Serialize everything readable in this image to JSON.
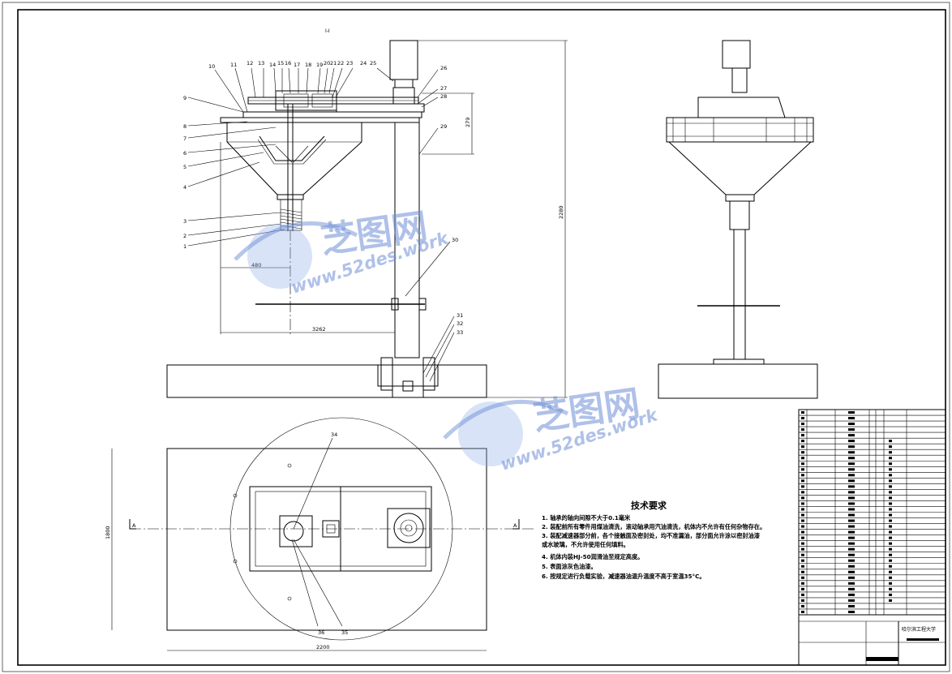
{
  "drawing": {
    "view_label_top": "I-I",
    "section_marker_left": "A",
    "section_marker_right": "A"
  },
  "part_balloons": [
    "1",
    "2",
    "3",
    "4",
    "5",
    "6",
    "7",
    "8",
    "9",
    "10",
    "11",
    "12",
    "13",
    "14",
    "15",
    "16",
    "17",
    "18",
    "19",
    "20",
    "21",
    "22",
    "23",
    "24",
    "25",
    "26",
    "27",
    "28",
    "29",
    "30",
    "31",
    "32",
    "33",
    "34",
    "35",
    "36"
  ],
  "dimensions": {
    "height_upper": "279",
    "height_total": "2280",
    "radius": "480",
    "reach": "3262",
    "base_width": "2200",
    "base_depth": "1800"
  },
  "technical_requirements": {
    "title": "技术要求",
    "items": [
      "1. 轴承的轴向间隙不大于0.1毫米",
      "2. 装配前所有零件用煤油清洗，滚动轴承用汽油清洗，机体内不允许有任何杂物存在。",
      "3. 装配减速器部分前，各个接触面及密封处，均不准漏油，部分面允许涂以密封油漆",
      "   或水玻璃，不允许使用任何填料。",
      "4. 机体内装HJ-50润滑油至规定高度。",
      "5. 表面涂灰色油漆。",
      "6. 按规定进行负载实验，减速器油温升温度不高于室温35°C。"
    ]
  },
  "watermarks": [
    {
      "title": "芝图网",
      "url": "www.52des.work"
    },
    {
      "title": "芝图网",
      "url": "www.52des.work"
    }
  ],
  "title_block": {
    "school": "哈尔滨工程大学",
    "drawing_name": ""
  },
  "colors": {
    "line": "#000000",
    "watermark": "#6f8fd6"
  }
}
